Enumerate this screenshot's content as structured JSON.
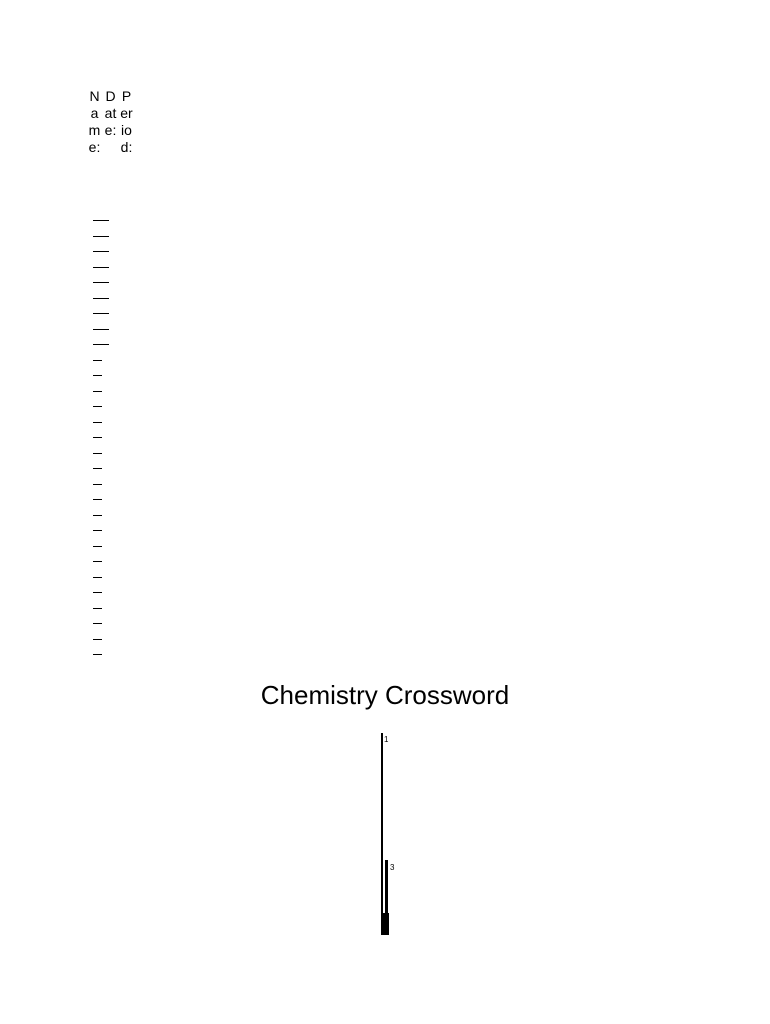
{
  "header": {
    "name_label": "Name:",
    "date_label": "Date:",
    "period_label": "Period:"
  },
  "answer_line_count": 29,
  "title": "Chemistry Crossword",
  "crossword": {
    "numbers": [
      "1",
      "3"
    ]
  }
}
